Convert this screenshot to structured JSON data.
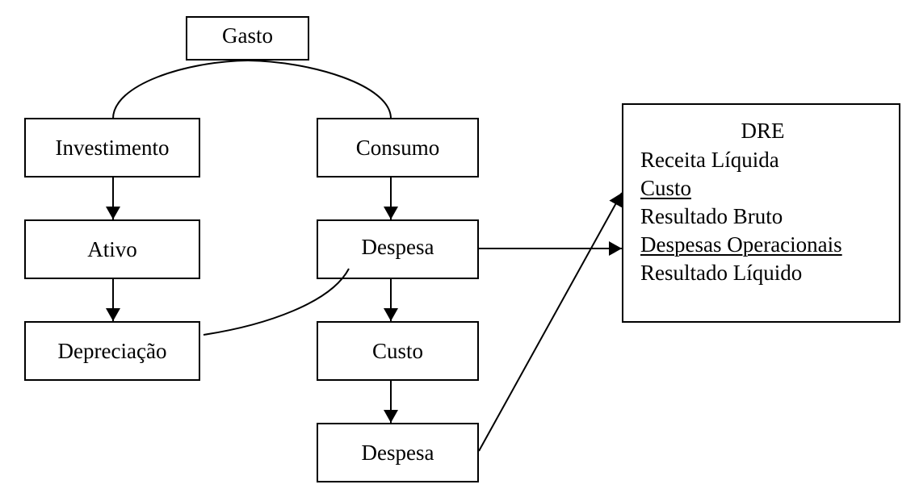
{
  "diagram": {
    "nodes": {
      "gasto": "Gasto",
      "investimento": "Investimento",
      "consumo": "Consumo",
      "ativo": "Ativo",
      "despesa_consumo": "Despesa",
      "depreciacao": "Depreciação",
      "custo": "Custo",
      "despesa_custo": "Despesa"
    },
    "dre": {
      "title": "DRE",
      "lines": [
        {
          "text": "Receita Líquida",
          "underlined": false
        },
        {
          "text": "Custo",
          "underlined": true
        },
        {
          "text": "Resultado Bruto",
          "underlined": false
        },
        {
          "text": "Despesas Operacionais",
          "underlined": true
        },
        {
          "text": "Resultado Líquido",
          "underlined": false
        }
      ]
    },
    "edges": [
      {
        "from": "gasto",
        "to": "investimento",
        "type": "arc"
      },
      {
        "from": "gasto",
        "to": "consumo",
        "type": "arc"
      },
      {
        "from": "investimento",
        "to": "ativo",
        "type": "arrow"
      },
      {
        "from": "ativo",
        "to": "depreciacao",
        "type": "arrow"
      },
      {
        "from": "consumo",
        "to": "despesa_consumo",
        "type": "arrow"
      },
      {
        "from": "despesa_consumo",
        "to": "custo",
        "type": "arrow"
      },
      {
        "from": "custo",
        "to": "despesa_custo",
        "type": "arrow"
      },
      {
        "from": "depreciacao",
        "to": "despesa_consumo",
        "type": "curve"
      },
      {
        "from": "despesa_consumo",
        "to": "dre",
        "type": "arrow"
      },
      {
        "from": "despesa_custo",
        "to": "dre",
        "type": "arrow"
      }
    ]
  }
}
